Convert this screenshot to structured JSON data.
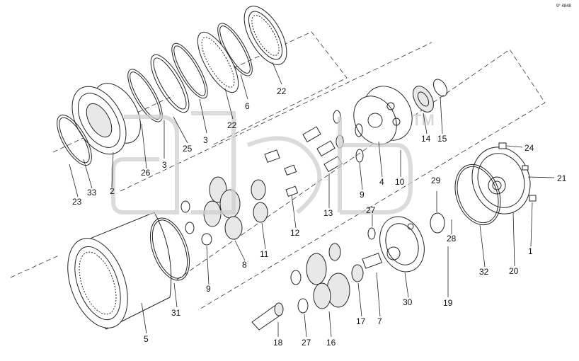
{
  "diagram": {
    "corner_code": "9° 4848",
    "watermark": "TM",
    "callouts": [
      {
        "id": "c22a",
        "text": "22"
      },
      {
        "id": "c6",
        "text": "6"
      },
      {
        "id": "c22b",
        "text": "22"
      },
      {
        "id": "c3a",
        "text": "3"
      },
      {
        "id": "c25",
        "text": "25"
      },
      {
        "id": "c3b",
        "text": "3"
      },
      {
        "id": "c26",
        "text": "26"
      },
      {
        "id": "c23",
        "text": "23"
      },
      {
        "id": "c33",
        "text": "33"
      },
      {
        "id": "c2",
        "text": "2"
      },
      {
        "id": "c14",
        "text": "14"
      },
      {
        "id": "c15",
        "text": "15"
      },
      {
        "id": "c10",
        "text": "10"
      },
      {
        "id": "c4",
        "text": "4"
      },
      {
        "id": "c9a",
        "text": "9"
      },
      {
        "id": "c13",
        "text": "13"
      },
      {
        "id": "c24",
        "text": "24"
      },
      {
        "id": "c21",
        "text": "21"
      },
      {
        "id": "c29",
        "text": "29"
      },
      {
        "id": "c27a",
        "text": "27"
      },
      {
        "id": "c12",
        "text": "12"
      },
      {
        "id": "c11",
        "text": "11"
      },
      {
        "id": "c8",
        "text": "8"
      },
      {
        "id": "c9b",
        "text": "9"
      },
      {
        "id": "c28",
        "text": "28"
      },
      {
        "id": "c1",
        "text": "1"
      },
      {
        "id": "c32",
        "text": "32"
      },
      {
        "id": "c20",
        "text": "20"
      },
      {
        "id": "c30",
        "text": "30"
      },
      {
        "id": "c19",
        "text": "19"
      },
      {
        "id": "c31",
        "text": "31"
      },
      {
        "id": "c5",
        "text": "5"
      },
      {
        "id": "c17",
        "text": "17"
      },
      {
        "id": "c7",
        "text": "7"
      },
      {
        "id": "c18",
        "text": "18"
      },
      {
        "id": "c27b",
        "text": "27"
      },
      {
        "id": "c16",
        "text": "16"
      }
    ]
  }
}
